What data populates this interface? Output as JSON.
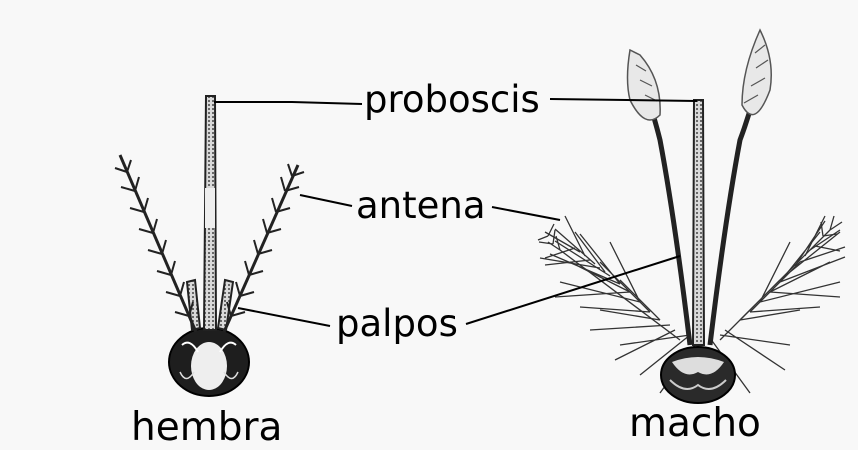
{
  "labels": {
    "proboscis": "proboscis",
    "antena": "antena",
    "palpos": "palpos"
  },
  "captions": {
    "female": "hembra",
    "male": "macho"
  }
}
